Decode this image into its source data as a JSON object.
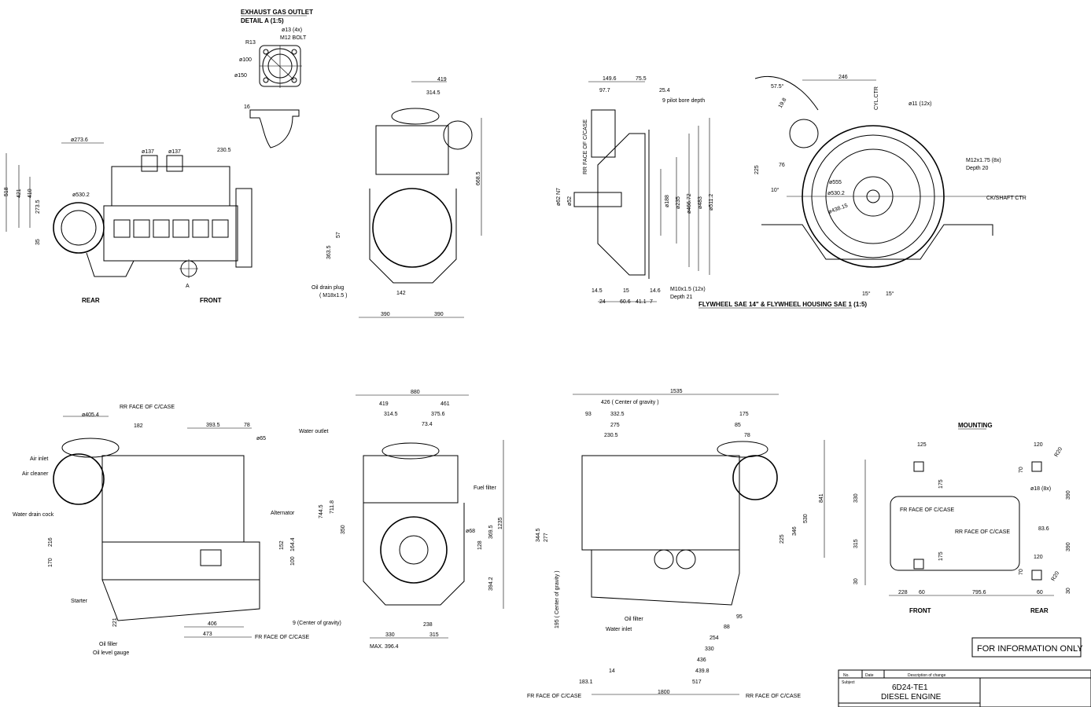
{
  "exhaust": {
    "title": "EXHAUST GAS OUTLET",
    "subtitle": "DETAIL A (1:5)",
    "holes": "ø13 (4x)",
    "bolt": "M12 BOLT",
    "r13": "R13",
    "d100": "ø100",
    "d150": "ø150",
    "d16": "16"
  },
  "top_side_view": {
    "d273": "ø273.6",
    "d530": "ø530.2",
    "d137a": "ø137",
    "d137b": "ø137",
    "w230": "230.5",
    "h518": "518",
    "h421": "421",
    "h410": "410",
    "h273": "273.5",
    "h35": "35",
    "rear": "REAR",
    "front": "FRONT",
    "detail": "A"
  },
  "top_front_view": {
    "w419": "419",
    "w314": "314.5",
    "h668": "668.5",
    "h363": "363.5",
    "h57": "57",
    "w142": "142",
    "w390a": "390",
    "w390b": "390",
    "oil_drain": "Oil drain plug",
    "oil_drain_size": "( M18x1.5 )"
  },
  "flywheel_side": {
    "w149": "149.6",
    "w755": "75.5",
    "w97": "97.7",
    "w254": "25.4",
    "pilot": "9 pilot bore depth",
    "rr_face": "RR FACE OF C/CASE",
    "d62": "ø62 N7",
    "d52": "ø52",
    "d188": "ø188",
    "d235": "ø235",
    "d466": "ø466.72",
    "d483": "ø483",
    "d511": "ø511.2",
    "thread": "M10x1.5 (12x)",
    "thread_depth": "Depth 21",
    "w145a": "14.5",
    "w15": "15",
    "w146": "14.6",
    "w24": "24",
    "w606": "60.6",
    "w411": "41.1",
    "w7": "7"
  },
  "flywheel_front": {
    "ang": "57.5°",
    "w246": "246",
    "cyl": "CYL.CTR",
    "d11": "ø11 (12x)",
    "r19": "19.8",
    "w225": "225",
    "w76": "76",
    "ang10": "10°",
    "thread": "M12x1.75 (8x)",
    "depth": "Depth 20",
    "d555": "ø555",
    "d5302": "ø530.2",
    "d438": "ø438.15",
    "crank": "CK/SHAFT CTR",
    "ang15a": "15°",
    "ang15b": "15°",
    "caption": "FLYWHEEL SAE 14\" & FLYWHEEL HOUSING SAE 1 (1:5)"
  },
  "bottom_side_view": {
    "rr_face_top": "RR FACE OF C/CASE",
    "d405": "ø405.4",
    "w182": "182",
    "w393": "393.5",
    "w78": "78",
    "d65": "ø65",
    "air_inlet": "Air inlet",
    "air_cleaner": "Air cleaner",
    "water_drain": "Water drain cock",
    "alternator": "Alternator",
    "h216": "216",
    "h170": "170",
    "h152": "152",
    "h164": "164.4",
    "h100": "100",
    "starter": "Starter",
    "h221": "221",
    "oil_filler": "Oil filler",
    "oil_gauge": "Oil level gauge",
    "w406": "406",
    "w473": "473",
    "fr_face": "FR FACE OF C/CASE"
  },
  "bottom_front_view": {
    "w880": "880",
    "w419": "419",
    "w461": "461",
    "w314": "314.5",
    "w375": "375.6",
    "w734": "73.4",
    "water_outlet": "Water outlet",
    "fuel_filter": "Fuel filter",
    "h744": "744.5",
    "h711": "711.8",
    "h350": "350",
    "d68": "ø68",
    "h128": "128",
    "h369": "369.5",
    "h1235": "1235",
    "h394": "394.2",
    "cog": "9 (Center of gravity)",
    "w238": "238",
    "w330": "330",
    "w315": "315",
    "maxw": "MAX. 396.4"
  },
  "bottom_right_view": {
    "w1535": "1535",
    "cog": "426 ( Center of gravity )",
    "w93": "93",
    "w332": "332.5",
    "w275": "275",
    "w230": "230.5",
    "w175": "175",
    "w85": "85",
    "w78": "78",
    "h841": "841",
    "h530": "530",
    "h346": "346",
    "h225": "225",
    "h344": "344.5",
    "h277": "277",
    "cog_v": "195 ( Center of gravity )",
    "oil_filter": "Oil filter",
    "water_inlet": "Water inlet",
    "w95": "95",
    "w88": "88",
    "w254": "254",
    "w330": "330",
    "w436": "436",
    "w439": "439.8",
    "w517": "517",
    "w14": "14",
    "w183": "183.1",
    "w1800": "1800",
    "fr_face": "FR FACE OF C/CASE",
    "rr_face": "RR FACE OF C/CASE"
  },
  "mounting": {
    "title": "MOUNTING",
    "w125": "125",
    "w120a": "120",
    "w70a": "70",
    "d18": "ø18 (8x)",
    "w175a": "175",
    "w330": "330",
    "w390a": "390",
    "fr_face": "FR FACE OF C/CASE",
    "rr_face": "RR FACE OF C/CASE",
    "w836": "83.6",
    "w315": "315",
    "w390b": "390",
    "w175b": "175",
    "w120b": "120",
    "w70b": "70",
    "w30a": "30",
    "w30b": "30",
    "w228": "228",
    "w60a": "60",
    "w795": "795.6",
    "w60b": "60",
    "front": "FRONT",
    "rear": "REAR",
    "r20a": "R20",
    "r20b": "R20"
  },
  "info_box": {
    "text": "FOR INFORMATION ONLY"
  },
  "title_block": {
    "no": "No.",
    "date": "Date",
    "desc": "Description of change",
    "subject": "Subject",
    "model": "6D24-TE1",
    "name": "DIESEL ENGINE"
  }
}
